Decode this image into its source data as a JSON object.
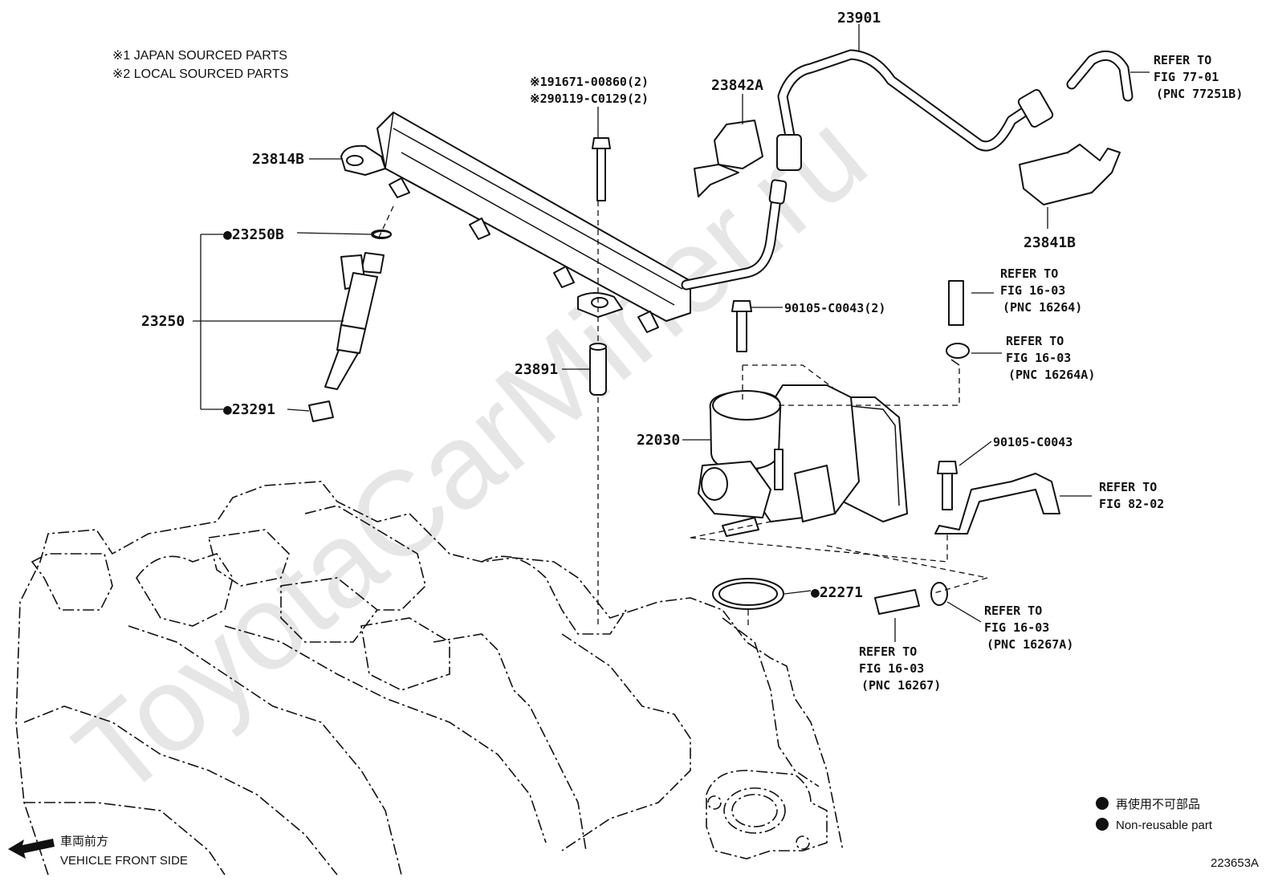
{
  "watermark": "ToyotaCarMiner.ru",
  "notes": {
    "japan": "※1 JAPAN SOURCED PARTS",
    "local": "※2 LOCAL SOURCED PARTS"
  },
  "labels": {
    "p23901": "23901",
    "p23842A": "23842A",
    "p23814B": "23814B",
    "p23250B": "●23250B",
    "p23250": "23250",
    "p23291": "●23291",
    "p23891": "23891",
    "p22030": "22030",
    "p23841B": "23841B",
    "p22271": "●22271",
    "bolt1": "※191671-00860(2)",
    "bolt2": "※290119-C0129(2)",
    "bolt3": "90105-C0043(2)",
    "bolt4": "90105-C0043"
  },
  "refs": [
    {
      "line1": "REFER TO",
      "line2": "FIG 77-01",
      "line3": "(PNC 77251B)"
    },
    {
      "line1": "REFER TO",
      "line2": "FIG 16-03",
      "line3": "(PNC 16264)"
    },
    {
      "line1": "REFER TO",
      "line2": "FIG 16-03",
      "line3": "(PNC 16264A)"
    },
    {
      "line1": "REFER TO",
      "line2": "FIG 82-02",
      "line3": ""
    },
    {
      "line1": "REFER TO",
      "line2": "FIG 16-03",
      "line3": "(PNC 16267A)"
    },
    {
      "line1": "REFER TO",
      "line2": "FIG 16-03",
      "line3": "(PNC 16267)"
    }
  ],
  "legend": {
    "jp": "再使用不可部品",
    "en": "Non-reusable part"
  },
  "front": {
    "jp": "車両前方",
    "en": "VEHICLE FRONT SIDE"
  },
  "figure_id": "223653A"
}
